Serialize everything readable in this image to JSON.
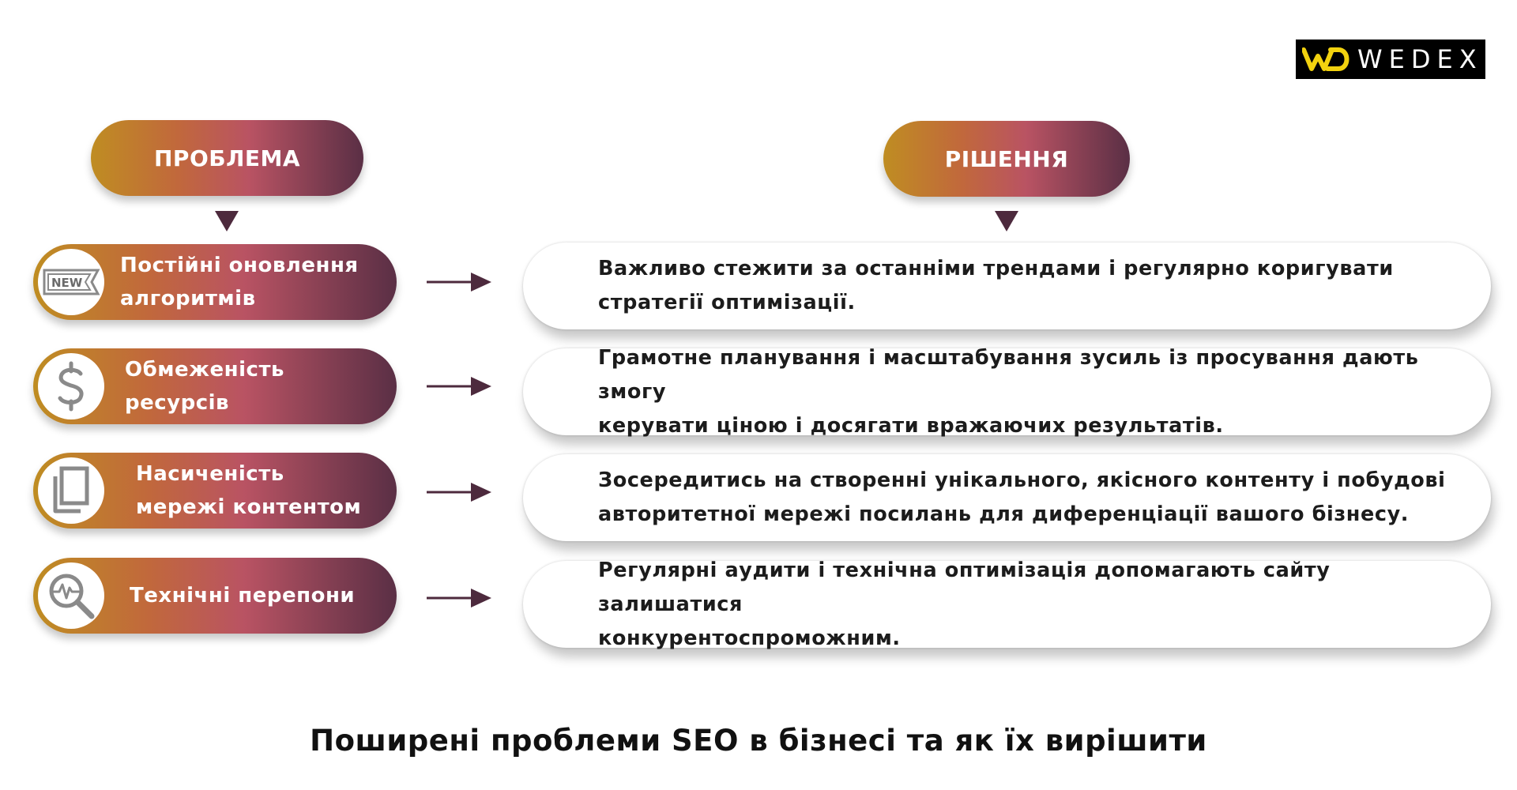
{
  "logo": {
    "text": "WEDEX",
    "mark": "WD"
  },
  "headers": {
    "problem": "ПРОБЛЕМА",
    "solution": "РІШЕННЯ"
  },
  "rows": [
    {
      "icon": "new-badge-icon",
      "problem": "Постійні оновлення\nалгоритмів",
      "solution": "Важливо стежити за останніми трендами і регулярно коригувати\nстратегії оптимізації."
    },
    {
      "icon": "dollar-icon",
      "problem": "Обмеженість\nресурсів",
      "solution": "Грамотне планування і масштабування зусиль із просування дають змогу\nкерувати ціною і досягати вражаючих результатів."
    },
    {
      "icon": "copy-pages-icon",
      "problem": "Насиченість\nмережі контентом",
      "solution": "Зосередитись на створенні унікального, якісного контенту і побудові\nавторитетної мережі посилань для диференціації вашого бізнесу."
    },
    {
      "icon": "magnifier-pulse-icon",
      "problem": "Технічні перепони",
      "solution": "Регулярні аудити і технічна оптимізація допомагають сайту залишатися\nконкурентоспроможним."
    }
  ],
  "caption": "Поширені проблеми SEO в бізнесі та як їх вирішити",
  "colors": {
    "gradient_start": "#bf8d22",
    "gradient_mid": "#b95363",
    "gradient_end": "#5a2f45",
    "arrow": "#4d2a3d",
    "logo_accent": "#f2d20f"
  }
}
